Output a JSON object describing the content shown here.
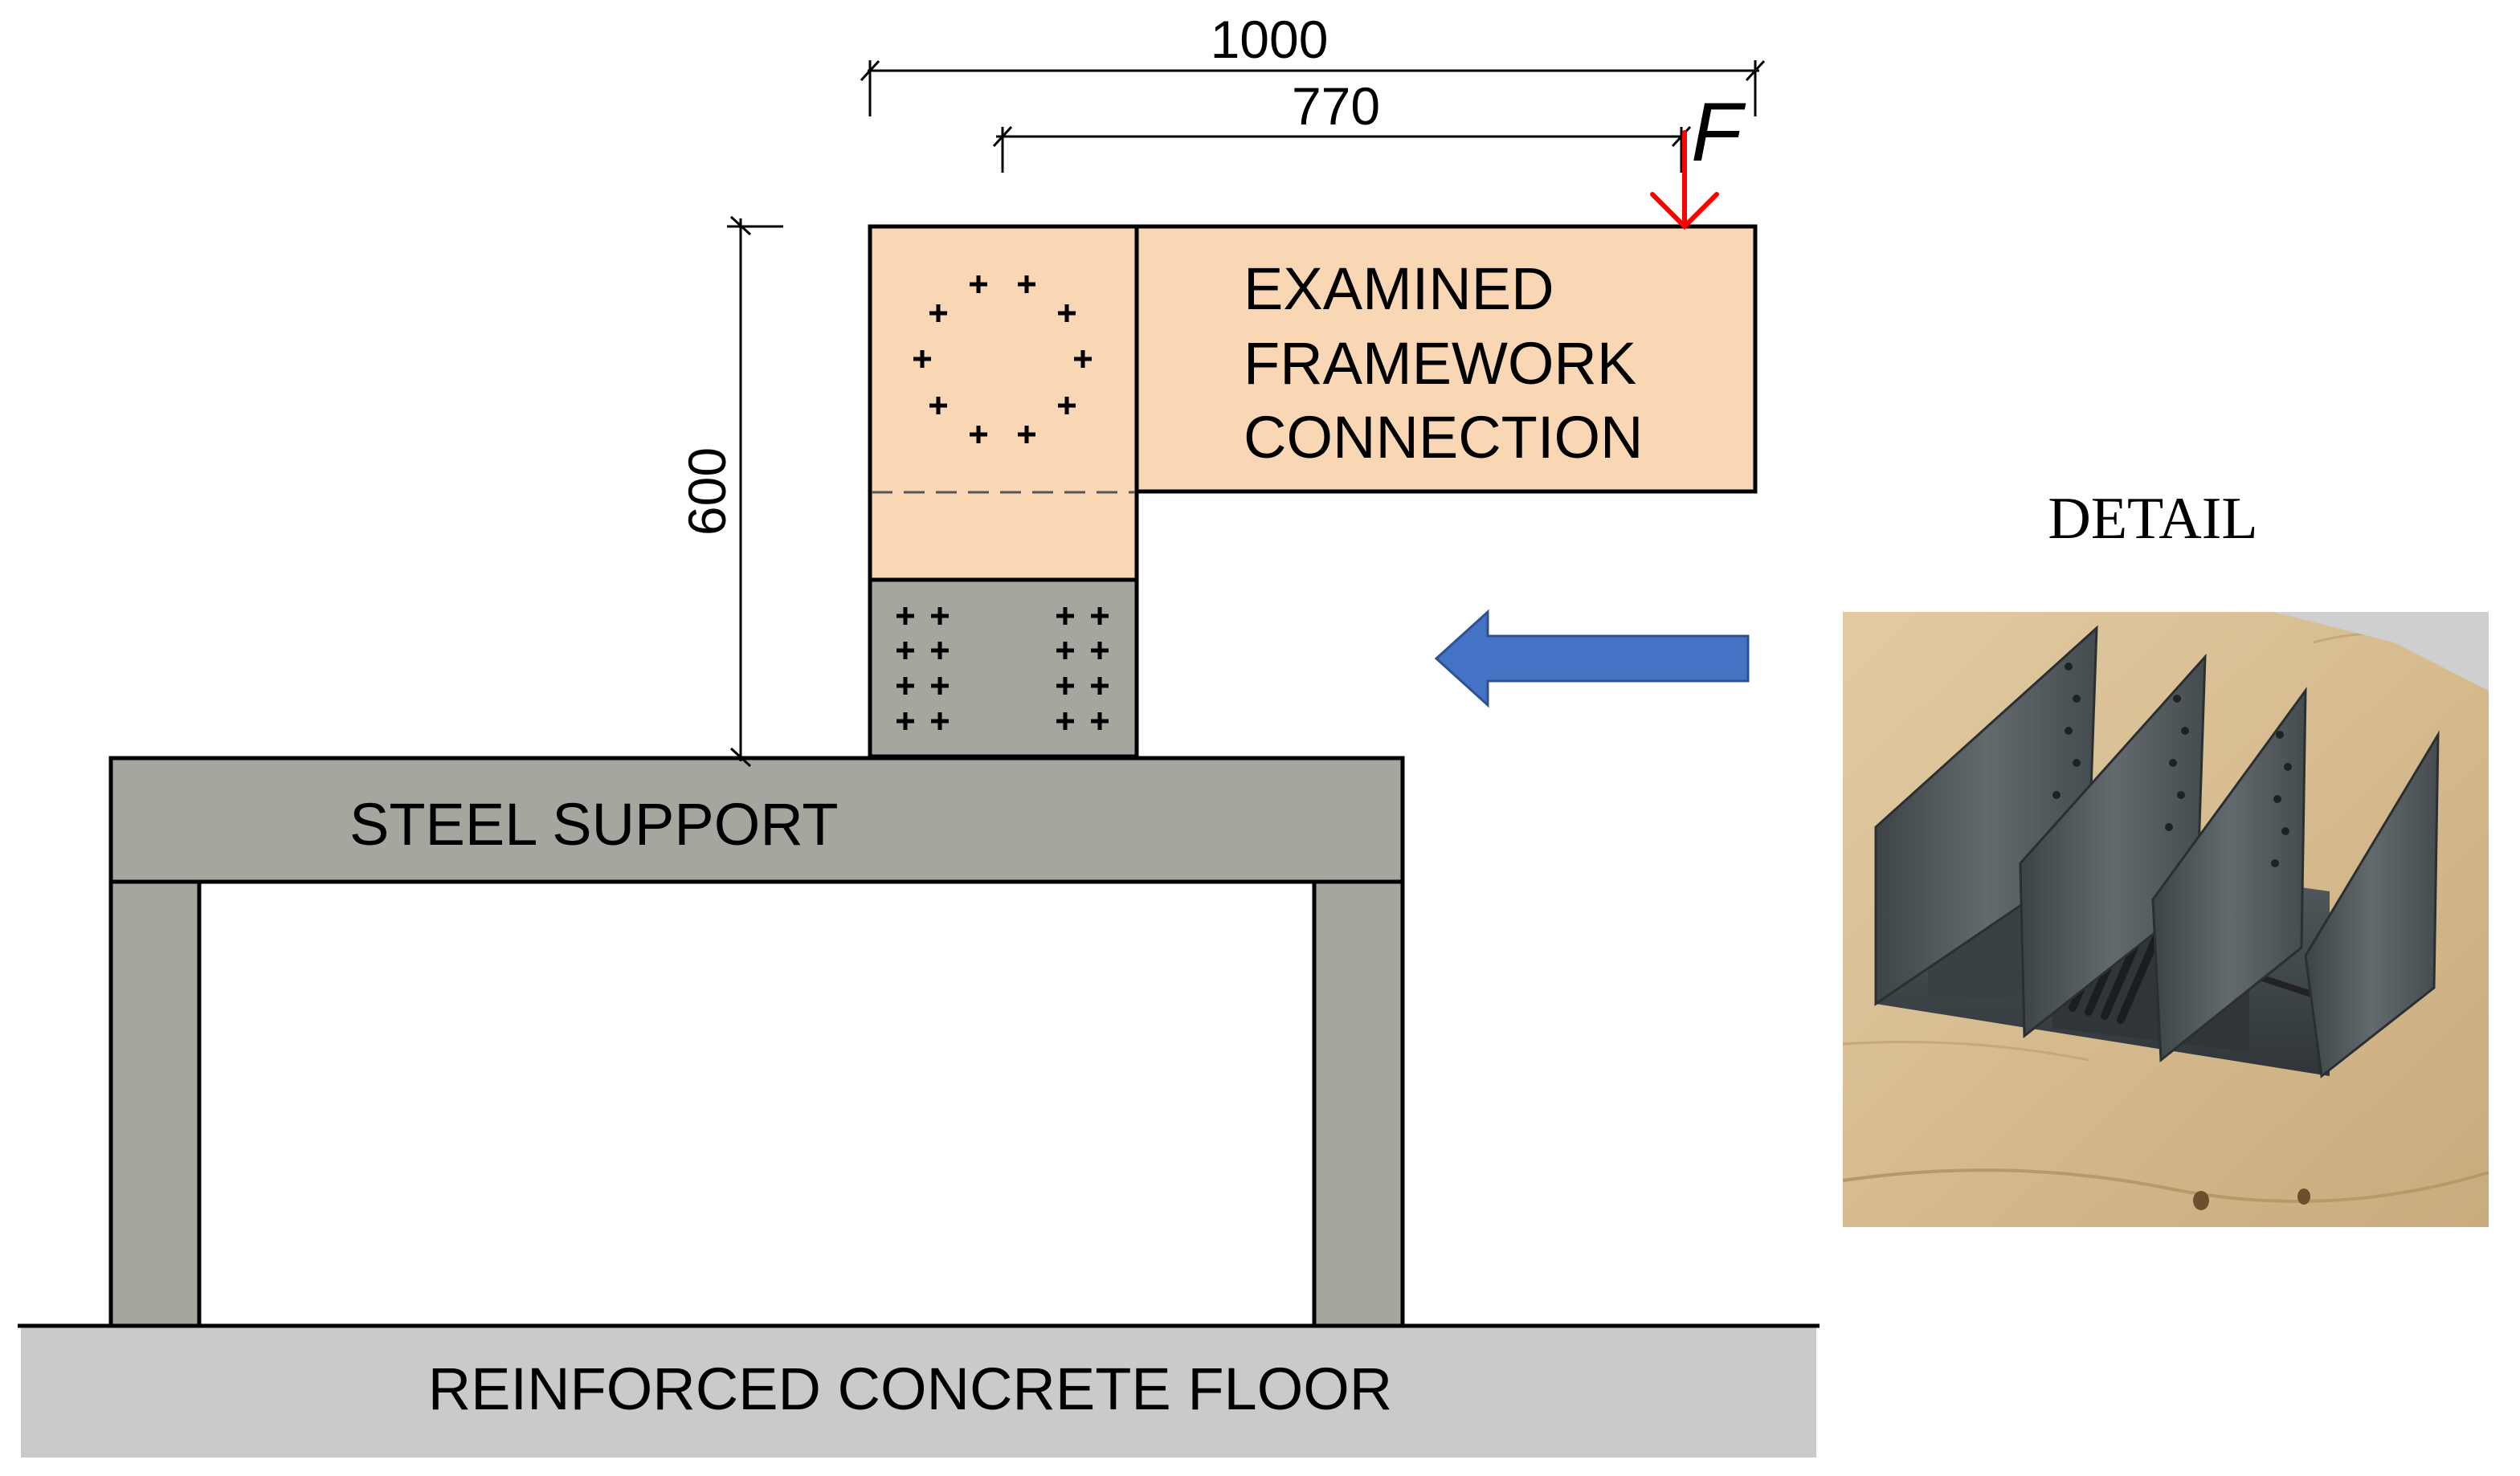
{
  "dimensions": {
    "width_total": "1000",
    "load_distance": "770",
    "height": "600"
  },
  "labels": {
    "load": "F",
    "connection_line1": "EXAMINED",
    "connection_line2": "FRAMEWORK",
    "connection_line3": "CONNECTION",
    "support": "STEEL SUPPORT",
    "floor": "REINFORCED CONCRETE FLOOR",
    "detail": "DETAIL"
  },
  "colors": {
    "timber": "#f9d6b4",
    "steel": "#a6a69e",
    "concrete": "#c9cacb",
    "arrow_blue": "#4472c4",
    "load_red": "#ff0000"
  },
  "icons": {
    "load_arrow": "down-arrow-icon",
    "pointer_arrow": "left-arrow-icon",
    "fastener": "plus-icon"
  }
}
